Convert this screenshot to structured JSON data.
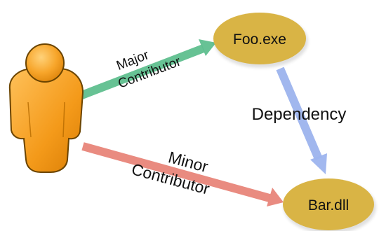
{
  "nodes": {
    "foo": {
      "label": "Foo.exe"
    },
    "bar": {
      "label": "Bar.dll"
    }
  },
  "edges": {
    "major": {
      "line1": "Major",
      "line2": "Contributor",
      "color": "#5fbf8f"
    },
    "minor": {
      "line1": "Minor",
      "line2": "Contributor",
      "color": "#e8857a"
    },
    "dependency": {
      "label": "Dependency",
      "color": "#9db4ee"
    }
  },
  "person": {
    "icon": "person-icon",
    "fill": "#f59a1b",
    "stroke": "#6b4400"
  },
  "ellipse_fill": "#d9b445"
}
